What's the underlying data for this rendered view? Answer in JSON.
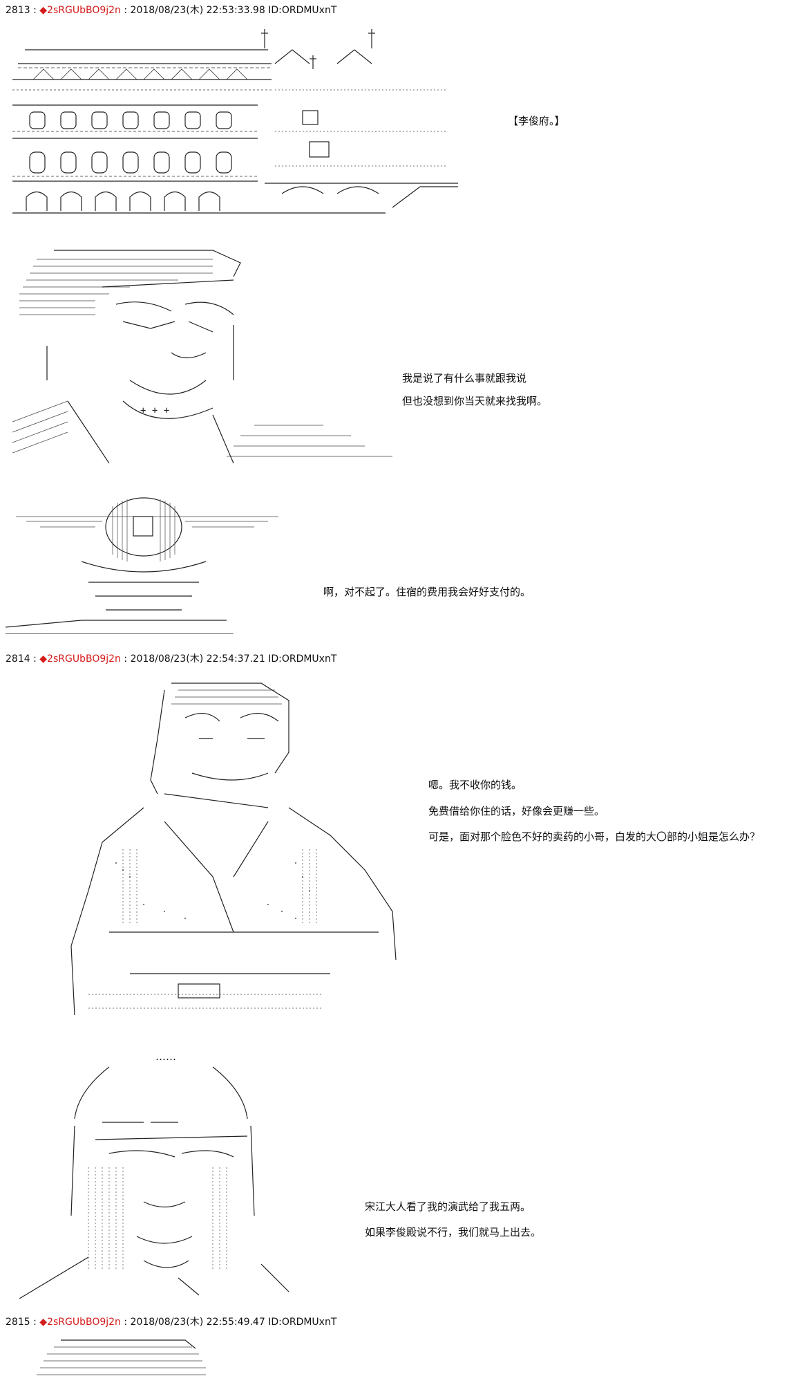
{
  "posts": [
    {
      "number": "2813",
      "sep": " : ",
      "diamond": "◆",
      "trip": "2sRGUbBO9j2n",
      "date": " : 2018/08/23(木) 22:53:33.98",
      "id": " ID:ORDMUxnT",
      "lines": [
        "【李俊府。】",
        "我是说了有什么事就跟我说",
        "但也没想到你当天就来找我啊。",
        "啊，对不起了。住宿的费用我会好好支付的。"
      ]
    },
    {
      "number": "2814",
      "sep": " : ",
      "diamond": "◆",
      "trip": "2sRGUbBO9j2n",
      "date": " : 2018/08/23(木) 22:54:37.21",
      "id": " ID:ORDMUxnT",
      "lines": [
        "嗯。我不收你的钱。",
        "免费借给你住的话，好像会更赚一些。",
        "可是，面对那个脸色不好的卖药的小哥，白发的大〇部的小姐是怎么办？",
        "……",
        "宋江大人看了我的演武给了我五两。",
        "如果李俊殿说不行，我们就马上出去。"
      ]
    },
    {
      "number": "2815",
      "sep": " : ",
      "diamond": "◆",
      "trip": "2sRGUbBO9j2n",
      "date": " : 2018/08/23(木) 22:55:49.47",
      "id": " ID:ORDMUxnT",
      "lines": []
    }
  ]
}
